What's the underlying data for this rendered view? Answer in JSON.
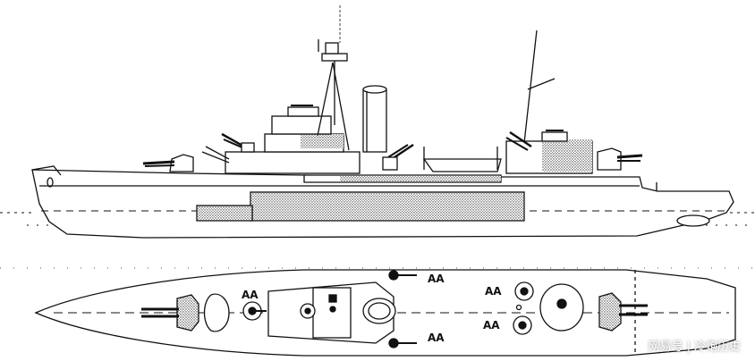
{
  "labels": {
    "aa_mark": "AA"
  },
  "watermark": {
    "source": "网易号",
    "separator": "|",
    "author": "冷炮历史"
  },
  "colors": {
    "ink": "#111111",
    "paper": "#ffffff",
    "stipple": "#9a9a9a"
  }
}
